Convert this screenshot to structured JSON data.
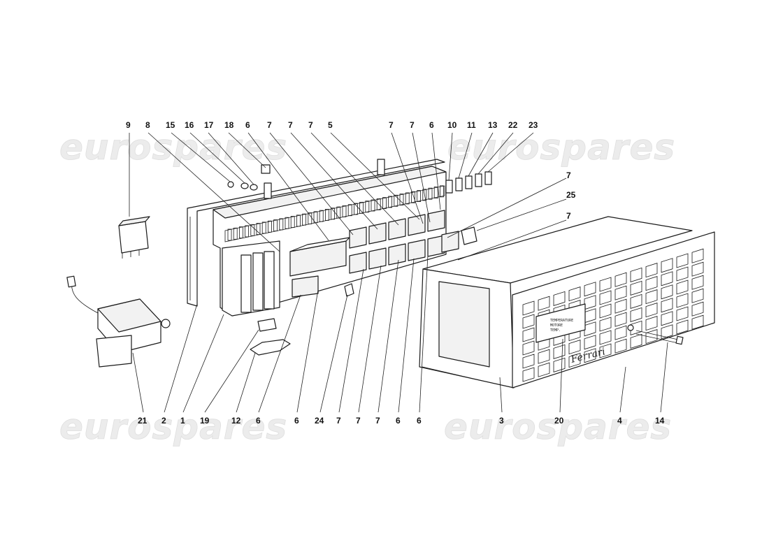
{
  "watermarks": [
    "eurospares",
    "eurospares",
    "eurospares",
    "eurospares"
  ],
  "brand_text": "Ferrari",
  "label_plate_lines": [
    "TEMPERATURE",
    "MOTORE",
    "TEMP."
  ],
  "callouts": {
    "top": [
      "9",
      "8",
      "15",
      "16",
      "17",
      "18",
      "6",
      "7",
      "7",
      "7",
      "5",
      "7",
      "7",
      "6",
      "10",
      "11",
      "13",
      "22",
      "23"
    ],
    "right": [
      "7",
      "25",
      "7"
    ],
    "bottom": [
      "21",
      "2",
      "1",
      "19",
      "12",
      "6",
      "6",
      "24",
      "7",
      "7",
      "7",
      "6",
      "6",
      "3",
      "20",
      "4",
      "14"
    ]
  }
}
